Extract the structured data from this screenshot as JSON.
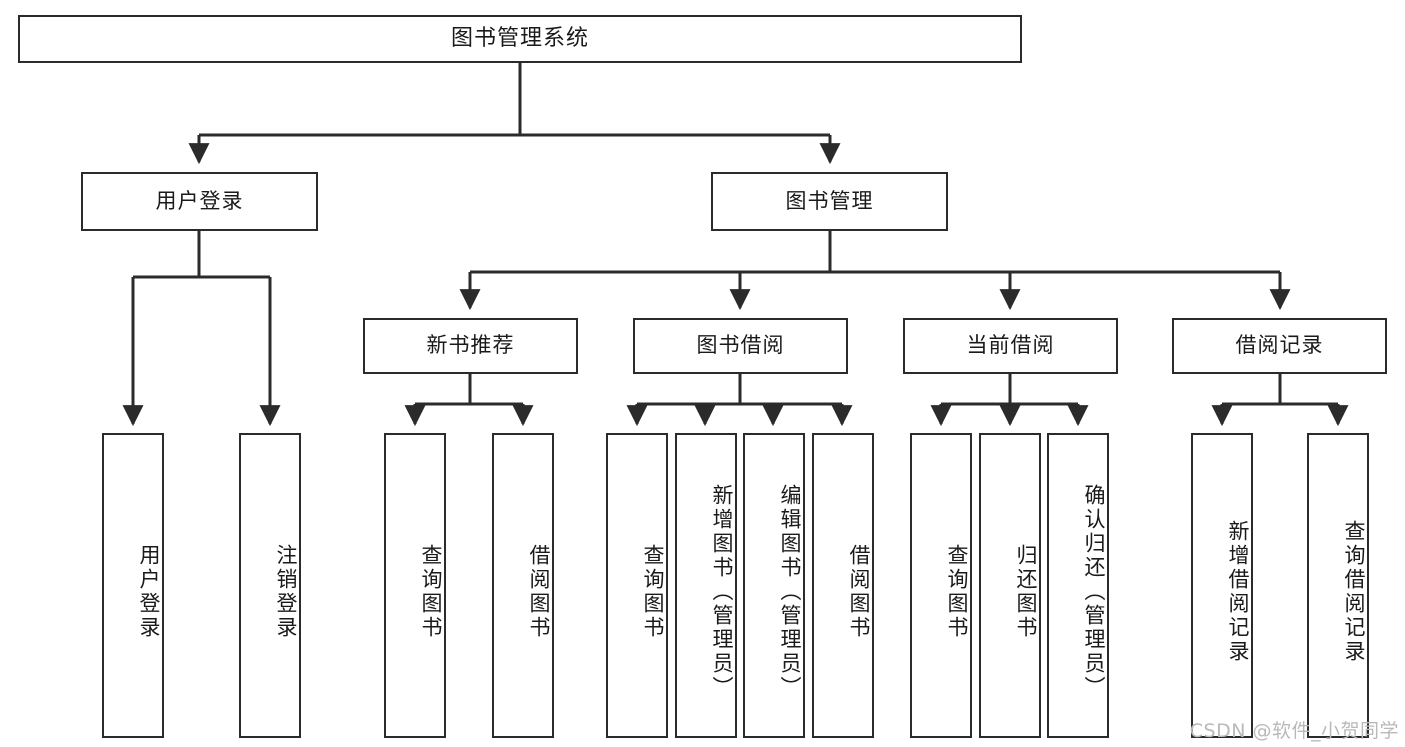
{
  "diagram": {
    "type": "tree",
    "title": "图书管理系统",
    "colors": {
      "background": "#ffffff",
      "box_border": "#2b2b2b",
      "box_fill": "#ffffff",
      "connector": "#2b2b2b",
      "text": "#1a1a1a",
      "watermark": "#b9b9b9"
    },
    "root": {
      "label": "图书管理系统"
    },
    "level2": [
      {
        "label": "用户登录"
      },
      {
        "label": "图书管理"
      }
    ],
    "level3": [
      {
        "label": "新书推荐"
      },
      {
        "label": "图书借阅"
      },
      {
        "label": "当前借阅"
      },
      {
        "label": "借阅记录"
      }
    ],
    "leaves": {
      "user_login": [
        {
          "label": "用户登录"
        },
        {
          "label": "注销登录"
        }
      ],
      "new_book_recommend": [
        {
          "label": "查询图书"
        },
        {
          "label": "借阅图书"
        }
      ],
      "book_borrow": [
        {
          "label": "查询图书"
        },
        {
          "label": "新增图书（管理员）"
        },
        {
          "label": "编辑图书（管理员）"
        },
        {
          "label": "借阅图书"
        }
      ],
      "current_borrow": [
        {
          "label": "查询图书"
        },
        {
          "label": "归还图书"
        },
        {
          "label": "确认归还（管理员）"
        }
      ],
      "borrow_record": [
        {
          "label": "新增借阅记录"
        },
        {
          "label": "查询借阅记录"
        }
      ]
    },
    "watermark": "CSDN @软件_小贺同学"
  }
}
